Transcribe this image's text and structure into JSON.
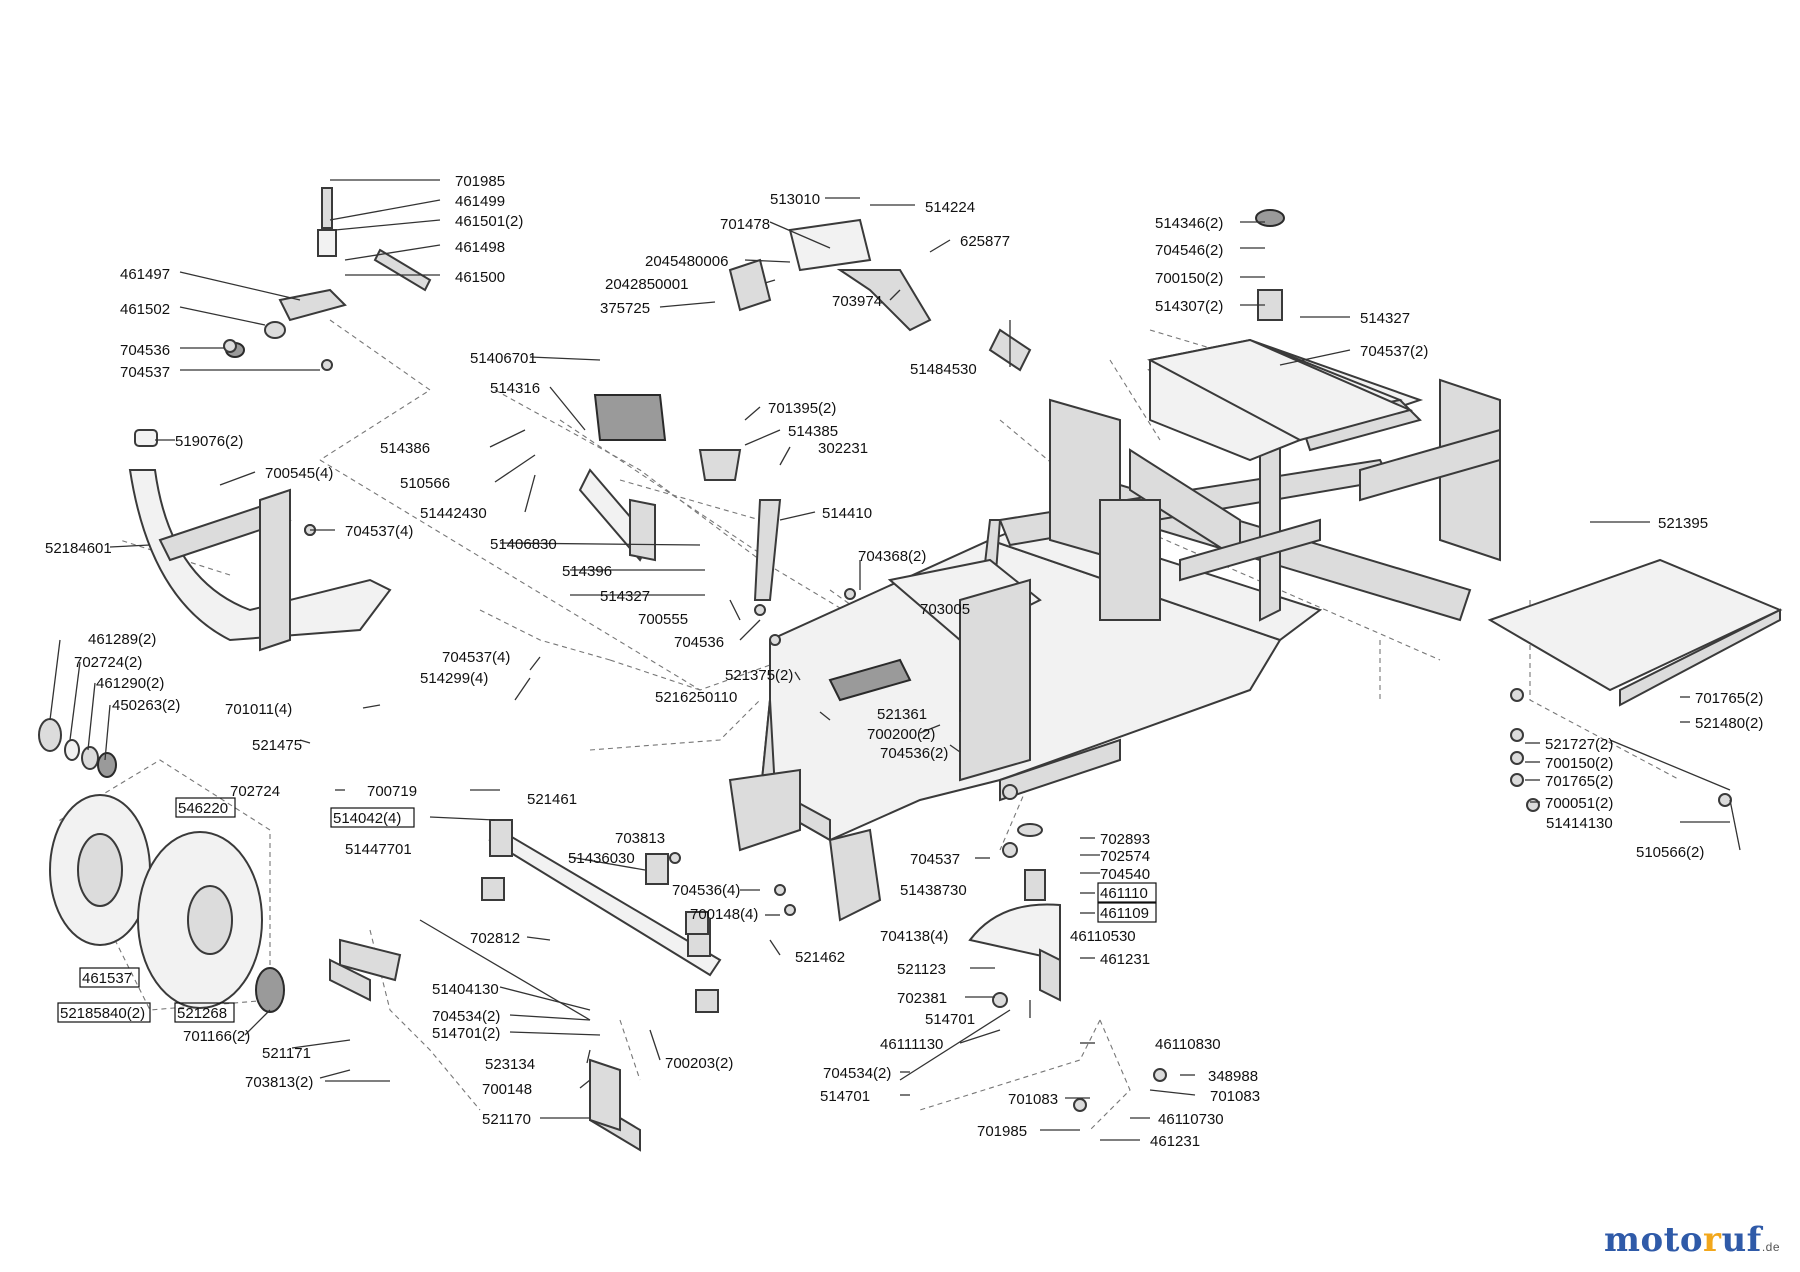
{
  "diagram": {
    "labels": [
      "701985",
      "461499",
      "461501(2)",
      "461498",
      "461500",
      "461497",
      "461502",
      "704536",
      "704537",
      "513010",
      "514224",
      "701478",
      "625877",
      "2045480006",
      "2042850001",
      "703974",
      "375725",
      "51484530",
      "514346(2)",
      "704546(2)",
      "700150(2)",
      "514307(2)",
      "514327",
      "704537(2)",
      "51406701",
      "514316",
      "701395(2)",
      "514385",
      "519076(2)",
      "514386",
      "302231",
      "700545(4)",
      "510566",
      "51442430",
      "514410",
      "704537(4)",
      "51406830",
      "514396",
      "52184601",
      "704368(2)",
      "521395",
      "514327",
      "703005",
      "700555",
      "704536",
      "461289(2)",
      "702724(2)",
      "461290(2)",
      "450263(2)",
      "704537(4)",
      "514299(4)",
      "521375(2)",
      "701011(4)",
      "5216250110",
      "521361",
      "700200(2)",
      "701765(2)",
      "521480(2)",
      "521475",
      "704536(2)",
      "521727(2)",
      "700150(2)",
      "701765(2)",
      "702724",
      "700719",
      "700051(2)",
      "546220",
      "521461",
      "51414130",
      "514042(4)",
      "703813",
      "702893",
      "51447701",
      "51436030",
      "704537",
      "702574",
      "510566(2)",
      "704540",
      "461110",
      "704536(4)",
      "51438730",
      "700148(4)",
      "461109",
      "702812",
      "704138(4)",
      "46110530",
      "521462",
      "461537",
      "521123",
      "461231",
      "702381",
      "51404130",
      "514701",
      "704534(2)",
      "52185840(2)",
      "521268",
      "514701(2)",
      "46111130",
      "46110830",
      "701166(2)",
      "521171",
      "523134",
      "700203(2)",
      "704534(2)",
      "348988",
      "700148",
      "514701",
      "701083",
      "703813(2)",
      "701083",
      "46110730",
      "521170",
      "701985",
      "461231"
    ]
  },
  "brand": {
    "part1": "moto",
    "part2": "r",
    "part3": "uf",
    "tld": ".de"
  }
}
